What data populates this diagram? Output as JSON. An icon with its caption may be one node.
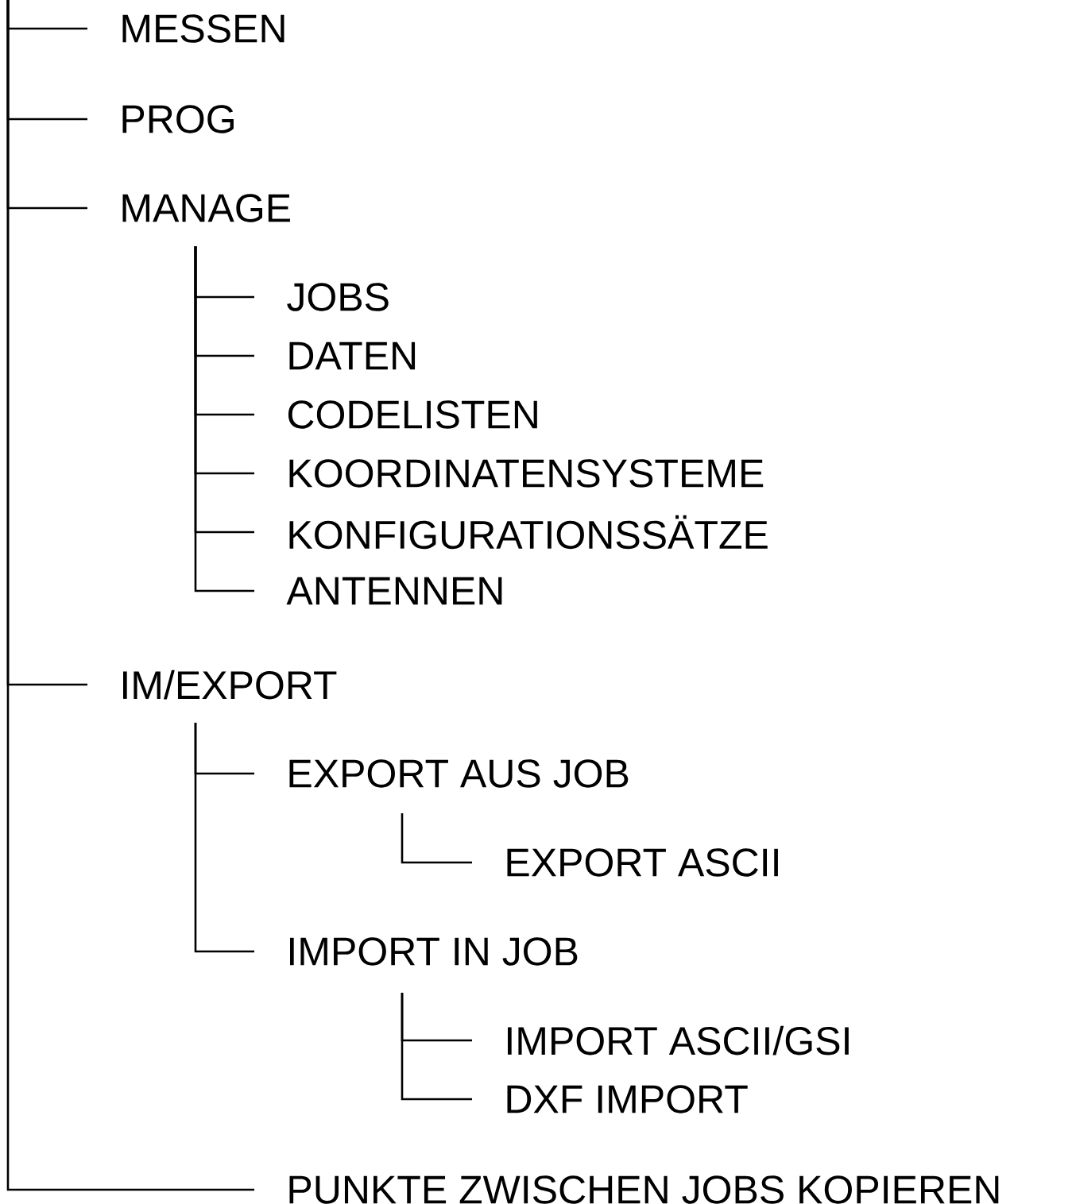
{
  "diagram": {
    "nodes": [
      {
        "text": [
          "MESSEN"
        ]
      },
      {
        "text": [
          "PROG"
        ]
      },
      {
        "text": [
          "MANAGE"
        ]
      },
      {
        "text": [
          "JOBS"
        ]
      },
      {
        "text": [
          "DATEN"
        ]
      },
      {
        "text": [
          "CODELISTEN"
        ]
      },
      {
        "text": [
          "KOORDINATENSYSTEME"
        ]
      },
      {
        "text": [
          "KONFIGURATIONSSÄTZE"
        ]
      },
      {
        "text": [
          "ANTENNEN"
        ]
      },
      {
        "text": [
          "IM/EXPORT"
        ]
      },
      {
        "text": [
          "EXPORT AUS JOB"
        ]
      },
      {
        "text": [
          "EXPORT ASCII"
        ]
      },
      {
        "text": [
          "IMPORT IN JOB"
        ]
      },
      {
        "text": [
          "IMPORT ASCII/GSI"
        ]
      },
      {
        "text": [
          "DXF IMPORT"
        ]
      },
      {
        "text": [
          "PUNKTE ZWISCHEN JOBS KOPIEREN"
        ]
      }
    ],
    "edges": [
      {
        "from": null,
        "to": 0,
        "arrow": "none"
      },
      {
        "from": null,
        "to": 1,
        "arrow": "none"
      },
      {
        "from": null,
        "to": 2,
        "arrow": "none"
      },
      {
        "from": 2,
        "to": 3,
        "arrow": "none"
      },
      {
        "from": 2,
        "to": 4,
        "arrow": "none"
      },
      {
        "from": 2,
        "to": 5,
        "arrow": "none"
      },
      {
        "from": 2,
        "to": 6,
        "arrow": "none"
      },
      {
        "from": 2,
        "to": 7,
        "arrow": "none"
      },
      {
        "from": 2,
        "to": 8,
        "arrow": "none"
      },
      {
        "from": null,
        "to": 9,
        "arrow": "none"
      },
      {
        "from": 9,
        "to": 10,
        "arrow": "none"
      },
      {
        "from": 10,
        "to": 11,
        "arrow": "none"
      },
      {
        "from": 9,
        "to": 12,
        "arrow": "none"
      },
      {
        "from": 12,
        "to": 13,
        "arrow": "none"
      },
      {
        "from": 12,
        "to": 14,
        "arrow": "none"
      },
      {
        "from": null,
        "to": 15,
        "arrow": "none"
      }
    ]
  }
}
